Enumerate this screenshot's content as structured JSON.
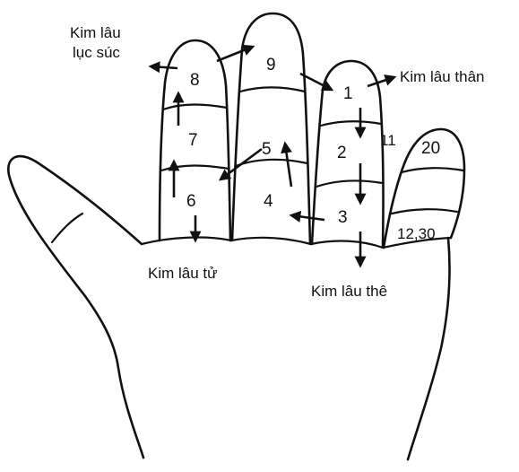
{
  "labels": {
    "luc_suc_line1": "Kim lâu",
    "luc_suc_line2": "lục súc",
    "than": "Kim lâu thân",
    "tu": "Kim lâu tử",
    "the": "Kim lâu thê"
  },
  "numbers": {
    "n1": "1",
    "n2": "2",
    "n3": "3",
    "n4": "4",
    "n5": "5",
    "n6": "6",
    "n7": "7",
    "n8": "8",
    "n9": "9",
    "n11": "11",
    "n20": "20",
    "n12_30": "12,30"
  },
  "colors": {
    "ink": "#111111",
    "background": "#ffffff"
  }
}
